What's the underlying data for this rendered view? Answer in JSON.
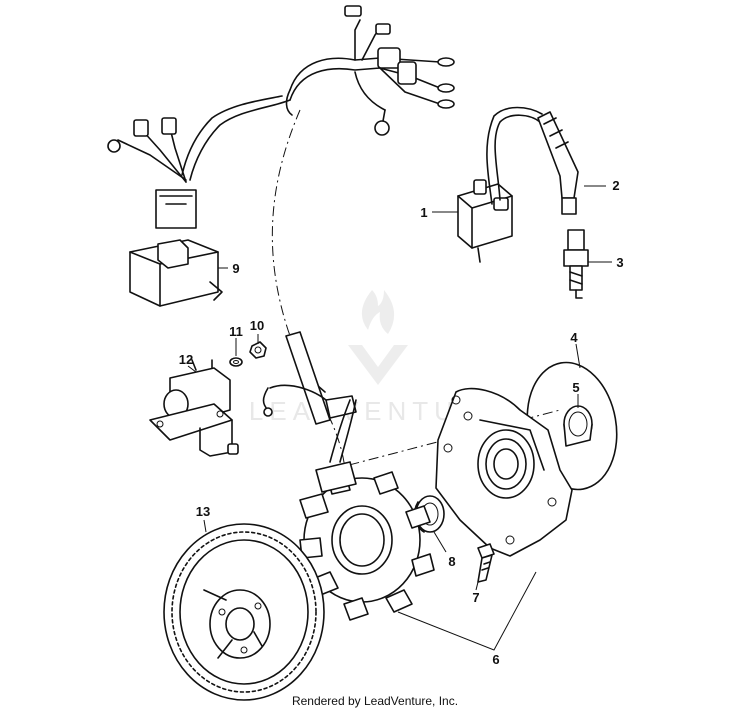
{
  "watermark_text": "LEADVENTURE",
  "credit_text": "Rendered by LeadVenture, Inc.",
  "callouts": [
    {
      "id": "1",
      "label": "1"
    },
    {
      "id": "2",
      "label": "2"
    },
    {
      "id": "3",
      "label": "3"
    },
    {
      "id": "4",
      "label": "4"
    },
    {
      "id": "5",
      "label": "5"
    },
    {
      "id": "6",
      "label": "6"
    },
    {
      "id": "7",
      "label": "7"
    },
    {
      "id": "8",
      "label": "8"
    },
    {
      "id": "9",
      "label": "9"
    },
    {
      "id": "10",
      "label": "10"
    },
    {
      "id": "11",
      "label": "11"
    },
    {
      "id": "12",
      "label": "12"
    },
    {
      "id": "13",
      "label": "13"
    }
  ]
}
